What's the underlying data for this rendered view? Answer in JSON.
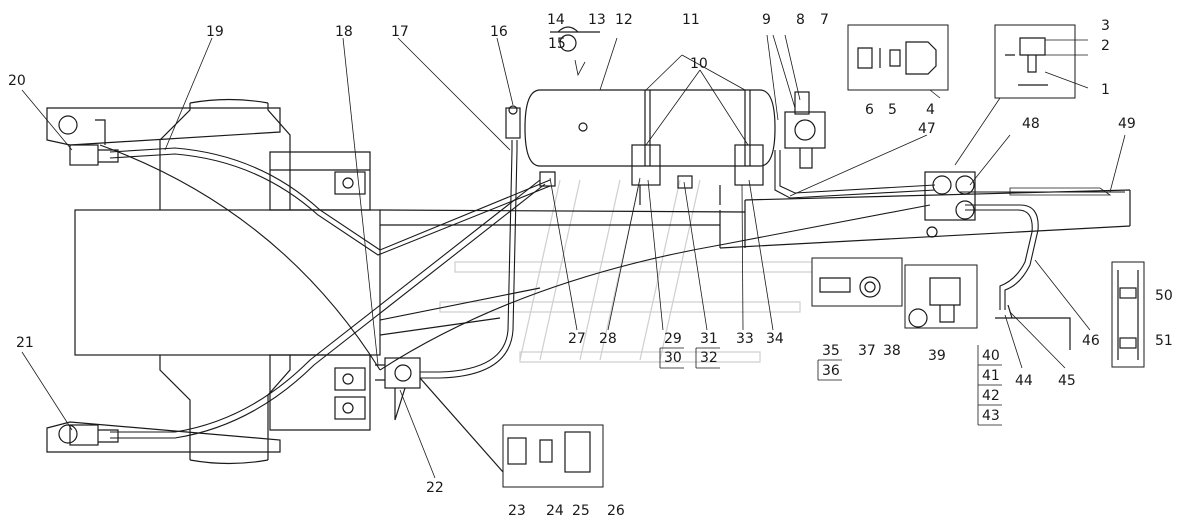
{
  "callouts": [
    {
      "id": "c1",
      "text": "1"
    },
    {
      "id": "c2",
      "text": "2"
    },
    {
      "id": "c3",
      "text": "3"
    },
    {
      "id": "c4",
      "text": "4"
    },
    {
      "id": "c5",
      "text": "5"
    },
    {
      "id": "c6",
      "text": "6"
    },
    {
      "id": "c7",
      "text": "7"
    },
    {
      "id": "c8",
      "text": "8"
    },
    {
      "id": "c9",
      "text": "9"
    },
    {
      "id": "c10",
      "text": "10"
    },
    {
      "id": "c11",
      "text": "11"
    },
    {
      "id": "c12",
      "text": "12"
    },
    {
      "id": "c13",
      "text": "13"
    },
    {
      "id": "c14",
      "text": "14"
    },
    {
      "id": "c15",
      "text": "15"
    },
    {
      "id": "c16",
      "text": "16"
    },
    {
      "id": "c17",
      "text": "17"
    },
    {
      "id": "c18",
      "text": "18"
    },
    {
      "id": "c19",
      "text": "19"
    },
    {
      "id": "c20",
      "text": "20"
    },
    {
      "id": "c21",
      "text": "21"
    },
    {
      "id": "c22",
      "text": "22"
    },
    {
      "id": "c23",
      "text": "23"
    },
    {
      "id": "c24",
      "text": "24"
    },
    {
      "id": "c25",
      "text": "25"
    },
    {
      "id": "c26",
      "text": "26"
    },
    {
      "id": "c27",
      "text": "27"
    },
    {
      "id": "c28",
      "text": "28"
    },
    {
      "id": "c29",
      "text": "29"
    },
    {
      "id": "c30",
      "text": "30"
    },
    {
      "id": "c31",
      "text": "31"
    },
    {
      "id": "c32",
      "text": "32"
    },
    {
      "id": "c33",
      "text": "33"
    },
    {
      "id": "c34",
      "text": "34"
    },
    {
      "id": "c35",
      "text": "35"
    },
    {
      "id": "c36",
      "text": "36"
    },
    {
      "id": "c37",
      "text": "37"
    },
    {
      "id": "c38",
      "text": "38"
    },
    {
      "id": "c39",
      "text": "39"
    },
    {
      "id": "c40",
      "text": "40"
    },
    {
      "id": "c41",
      "text": "41"
    },
    {
      "id": "c42",
      "text": "42"
    },
    {
      "id": "c43",
      "text": "43"
    },
    {
      "id": "c44",
      "text": "44"
    },
    {
      "id": "c45",
      "text": "45"
    },
    {
      "id": "c46",
      "text": "46"
    },
    {
      "id": "c47",
      "text": "47"
    },
    {
      "id": "c48",
      "text": "48"
    },
    {
      "id": "c49",
      "text": "49"
    },
    {
      "id": "c50",
      "text": "50"
    },
    {
      "id": "c51",
      "text": "51"
    }
  ]
}
